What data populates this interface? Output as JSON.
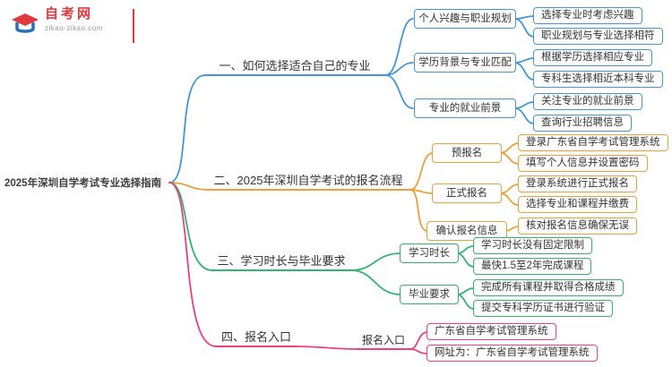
{
  "logo": {
    "title": "自考网",
    "subtitle": "zikao-zikao.com"
  },
  "root": {
    "label": "2025年深圳自学考试专业选择指南"
  },
  "colors": {
    "blue": "#4596d6",
    "orange": "#e9a23b",
    "green": "#35b46f",
    "pink": "#e8437e",
    "brand_red": "#e03a3e"
  },
  "branches": [
    {
      "label": "一、如何选择适合自己的专业",
      "color": "blue",
      "children": [
        {
          "label": "个人兴趣与职业规划",
          "children": [
            {
              "label": "选择专业时考虑兴趣"
            },
            {
              "label": "职业规划与专业选择相符"
            }
          ]
        },
        {
          "label": "学历背景与专业匹配",
          "children": [
            {
              "label": "根据学历选择相应专业"
            },
            {
              "label": "专科生选择相近本科专业"
            }
          ]
        },
        {
          "label": "专业的就业前景",
          "children": [
            {
              "label": "关注专业的就业前景"
            },
            {
              "label": "查询行业招聘信息"
            }
          ]
        }
      ]
    },
    {
      "label": "二、2025年深圳自学考试的报名流程",
      "color": "orange",
      "children": [
        {
          "label": "预报名",
          "children": [
            {
              "label": "登录广东省自学考试管理系统"
            },
            {
              "label": "填写个人信息并设置密码"
            }
          ]
        },
        {
          "label": "正式报名",
          "children": [
            {
              "label": "登录系统进行正式报名"
            },
            {
              "label": "选择专业和课程并缴费"
            }
          ]
        },
        {
          "label": "确认报名信息",
          "children": [
            {
              "label": "核对报名信息确保无误"
            }
          ]
        }
      ]
    },
    {
      "label": "三、学习时长与毕业要求",
      "color": "green",
      "children": [
        {
          "label": "学习时长",
          "children": [
            {
              "label": "学习时长没有固定限制"
            },
            {
              "label": "最快1.5至2年完成课程"
            }
          ]
        },
        {
          "label": "毕业要求",
          "children": [
            {
              "label": "完成所有课程并取得合格成绩"
            },
            {
              "label": "提交专科学历证书进行验证"
            }
          ]
        }
      ]
    },
    {
      "label": "四、报名入口",
      "color": "pink",
      "children": [
        {
          "label": "报名入口",
          "children": [
            {
              "label": "广东省自学考试管理系统"
            },
            {
              "label": "网址为：广东省自学考试管理系统"
            }
          ]
        }
      ]
    }
  ]
}
